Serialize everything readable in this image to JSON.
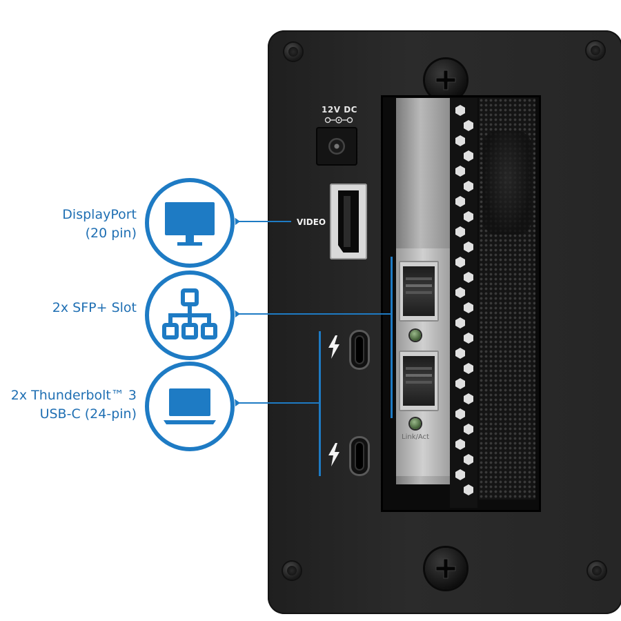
{
  "device": {
    "power_label": "12V DC",
    "video_label": "VIDEO",
    "led_caption": "Link/Act"
  },
  "callouts": [
    {
      "line1": "DisplayPort",
      "line2": "(20 pin)",
      "icon": "monitor-icon"
    },
    {
      "line1": "2x SFP+ Slot",
      "line2": "",
      "icon": "network-hierarchy-icon"
    },
    {
      "line1": "2x Thunderbolt™ 3",
      "line2": "USB-C (24-pin)",
      "icon": "laptop-icon"
    }
  ],
  "colors": {
    "accent": "#1e7bc4",
    "label_text": "#1f6fb3",
    "chassis": "#262626"
  }
}
